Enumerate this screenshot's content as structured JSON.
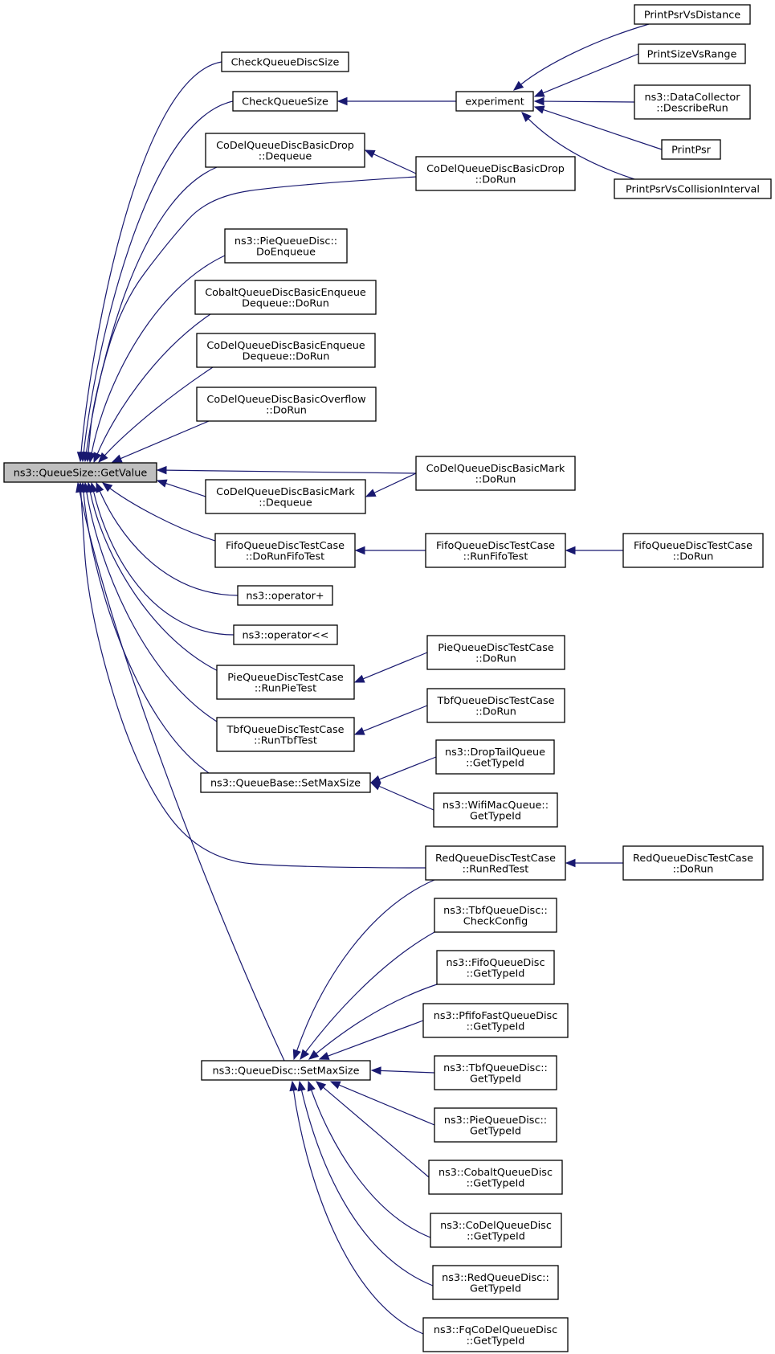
{
  "diagram": {
    "type": "caller-graph",
    "colors": {
      "edge": "#191970",
      "root_fill": "#bfbfbf",
      "node_fill": "#ffffff",
      "node_border": "#000000"
    },
    "nodes": [
      {
        "id": "root",
        "lines": [
          "ns3::QueueSize::GetValue"
        ]
      },
      {
        "id": "check_queue_disc_size",
        "lines": [
          "CheckQueueDiscSize"
        ]
      },
      {
        "id": "check_queue_size",
        "lines": [
          "CheckQueueSize"
        ]
      },
      {
        "id": "experiment",
        "lines": [
          "experiment"
        ]
      },
      {
        "id": "print_psr_vs_distance",
        "lines": [
          "PrintPsrVsDistance"
        ]
      },
      {
        "id": "print_size_vs_range",
        "lines": [
          "PrintSizeVsRange"
        ]
      },
      {
        "id": "data_collector_describe_run",
        "lines": [
          "ns3::DataCollector",
          "::DescribeRun"
        ]
      },
      {
        "id": "print_psr",
        "lines": [
          "PrintPsr"
        ]
      },
      {
        "id": "print_psr_vs_collision_interval",
        "lines": [
          "PrintPsrVsCollisionInterval"
        ]
      },
      {
        "id": "codel_basic_drop_dequeue",
        "lines": [
          "CoDelQueueDiscBasicDrop",
          "::Dequeue"
        ]
      },
      {
        "id": "codel_basic_drop_dorun",
        "lines": [
          "CoDelQueueDiscBasicDrop",
          "::DoRun"
        ]
      },
      {
        "id": "pie_queue_disc_doenqueue",
        "lines": [
          "ns3::PieQueueDisc::",
          "DoEnqueue"
        ]
      },
      {
        "id": "cobalt_basic_enqueue_dequeue_dorun",
        "lines": [
          "CobaltQueueDiscBasicEnqueue",
          "Dequeue::DoRun"
        ]
      },
      {
        "id": "codel_basic_enqueue_dequeue_dorun",
        "lines": [
          "CoDelQueueDiscBasicEnqueue",
          "Dequeue::DoRun"
        ]
      },
      {
        "id": "codel_basic_overflow_dorun",
        "lines": [
          "CoDelQueueDiscBasicOverflow",
          "::DoRun"
        ]
      },
      {
        "id": "codel_basic_mark_dequeue",
        "lines": [
          "CoDelQueueDiscBasicMark",
          "::Dequeue"
        ]
      },
      {
        "id": "codel_basic_mark_dorun",
        "lines": [
          "CoDelQueueDiscBasicMark",
          "::DoRun"
        ]
      },
      {
        "id": "fifo_dorunfifotest",
        "lines": [
          "FifoQueueDiscTestCase",
          "::DoRunFifoTest"
        ]
      },
      {
        "id": "fifo_runfifotest",
        "lines": [
          "FifoQueueDiscTestCase",
          "::RunFifoTest"
        ]
      },
      {
        "id": "fifo_dorun",
        "lines": [
          "FifoQueueDiscTestCase",
          "::DoRun"
        ]
      },
      {
        "id": "operator_plus",
        "lines": [
          "ns3::operator+"
        ]
      },
      {
        "id": "operator_shift",
        "lines": [
          "ns3::operator<<"
        ]
      },
      {
        "id": "pie_runpietest",
        "lines": [
          "PieQueueDiscTestCase",
          "::RunPieTest"
        ]
      },
      {
        "id": "pie_dorun",
        "lines": [
          "PieQueueDiscTestCase",
          "::DoRun"
        ]
      },
      {
        "id": "tbf_runtbftest",
        "lines": [
          "TbfQueueDiscTestCase",
          "::RunTbfTest"
        ]
      },
      {
        "id": "tbf_dorun",
        "lines": [
          "TbfQueueDiscTestCase",
          "::DoRun"
        ]
      },
      {
        "id": "queuebase_setmaxsize",
        "lines": [
          "ns3::QueueBase::SetMaxSize"
        ]
      },
      {
        "id": "droptail_gettypeid",
        "lines": [
          "ns3::DropTailQueue",
          "::GetTypeId"
        ]
      },
      {
        "id": "wifimac_gettypeid",
        "lines": [
          "ns3::WifiMacQueue::",
          "GetTypeId"
        ]
      },
      {
        "id": "red_runredtest",
        "lines": [
          "RedQueueDiscTestCase",
          "::RunRedTest"
        ]
      },
      {
        "id": "red_dorun",
        "lines": [
          "RedQueueDiscTestCase",
          "::DoRun"
        ]
      },
      {
        "id": "tbf_checkconfig",
        "lines": [
          "ns3::TbfQueueDisc::",
          "CheckConfig"
        ]
      },
      {
        "id": "fifo_gettypeid",
        "lines": [
          "ns3::FifoQueueDisc",
          "::GetTypeId"
        ]
      },
      {
        "id": "pfifofast_gettypeid",
        "lines": [
          "ns3::PfifoFastQueueDisc",
          "::GetTypeId"
        ]
      },
      {
        "id": "tbf_gettypeid",
        "lines": [
          "ns3::TbfQueueDisc::",
          "GetTypeId"
        ]
      },
      {
        "id": "pie_gettypeid",
        "lines": [
          "ns3::PieQueueDisc::",
          "GetTypeId"
        ]
      },
      {
        "id": "cobalt_gettypeid",
        "lines": [
          "ns3::CobaltQueueDisc",
          "::GetTypeId"
        ]
      },
      {
        "id": "codel_gettypeid",
        "lines": [
          "ns3::CoDelQueueDisc",
          "::GetTypeId"
        ]
      },
      {
        "id": "red_gettypeid",
        "lines": [
          "ns3::RedQueueDisc::",
          "GetTypeId"
        ]
      },
      {
        "id": "fqcodel_gettypeid",
        "lines": [
          "ns3::FqCoDelQueueDisc",
          "::GetTypeId"
        ]
      },
      {
        "id": "queuedisc_setmaxsize",
        "lines": [
          "ns3::QueueDisc::SetMaxSize"
        ]
      }
    ],
    "edges": [
      {
        "from": "check_queue_disc_size",
        "to": "root"
      },
      {
        "from": "check_queue_size",
        "to": "root"
      },
      {
        "from": "codel_basic_drop_dequeue",
        "to": "root"
      },
      {
        "from": "codel_basic_drop_dorun",
        "to": "root"
      },
      {
        "from": "pie_queue_disc_doenqueue",
        "to": "root"
      },
      {
        "from": "cobalt_basic_enqueue_dequeue_dorun",
        "to": "root"
      },
      {
        "from": "codel_basic_enqueue_dequeue_dorun",
        "to": "root"
      },
      {
        "from": "codel_basic_overflow_dorun",
        "to": "root"
      },
      {
        "from": "codel_basic_mark_dorun",
        "to": "root"
      },
      {
        "from": "codel_basic_mark_dequeue",
        "to": "root"
      },
      {
        "from": "fifo_dorunfifotest",
        "to": "root"
      },
      {
        "from": "operator_plus",
        "to": "root"
      },
      {
        "from": "operator_shift",
        "to": "root"
      },
      {
        "from": "pie_runpietest",
        "to": "root"
      },
      {
        "from": "tbf_runtbftest",
        "to": "root"
      },
      {
        "from": "queuebase_setmaxsize",
        "to": "root"
      },
      {
        "from": "red_runredtest",
        "to": "root"
      },
      {
        "from": "queuedisc_setmaxsize",
        "to": "root"
      },
      {
        "from": "experiment",
        "to": "check_queue_size"
      },
      {
        "from": "print_psr_vs_distance",
        "to": "experiment"
      },
      {
        "from": "print_size_vs_range",
        "to": "experiment"
      },
      {
        "from": "data_collector_describe_run",
        "to": "experiment"
      },
      {
        "from": "print_psr",
        "to": "experiment"
      },
      {
        "from": "print_psr_vs_collision_interval",
        "to": "experiment"
      },
      {
        "from": "codel_basic_drop_dorun",
        "to": "codel_basic_drop_dequeue"
      },
      {
        "from": "codel_basic_mark_dorun",
        "to": "codel_basic_mark_dequeue"
      },
      {
        "from": "fifo_runfifotest",
        "to": "fifo_dorunfifotest"
      },
      {
        "from": "fifo_dorun",
        "to": "fifo_runfifotest"
      },
      {
        "from": "pie_dorun",
        "to": "pie_runpietest"
      },
      {
        "from": "tbf_dorun",
        "to": "tbf_runtbftest"
      },
      {
        "from": "droptail_gettypeid",
        "to": "queuebase_setmaxsize"
      },
      {
        "from": "wifimac_gettypeid",
        "to": "queuebase_setmaxsize"
      },
      {
        "from": "red_dorun",
        "to": "red_runredtest"
      },
      {
        "from": "red_runredtest",
        "to": "queuedisc_setmaxsize"
      },
      {
        "from": "tbf_checkconfig",
        "to": "queuedisc_setmaxsize"
      },
      {
        "from": "fifo_gettypeid",
        "to": "queuedisc_setmaxsize"
      },
      {
        "from": "pfifofast_gettypeid",
        "to": "queuedisc_setmaxsize"
      },
      {
        "from": "tbf_gettypeid",
        "to": "queuedisc_setmaxsize"
      },
      {
        "from": "pie_gettypeid",
        "to": "queuedisc_setmaxsize"
      },
      {
        "from": "cobalt_gettypeid",
        "to": "queuedisc_setmaxsize"
      },
      {
        "from": "codel_gettypeid",
        "to": "queuedisc_setmaxsize"
      },
      {
        "from": "red_gettypeid",
        "to": "queuedisc_setmaxsize"
      },
      {
        "from": "fqcodel_gettypeid",
        "to": "queuedisc_setmaxsize"
      }
    ]
  }
}
